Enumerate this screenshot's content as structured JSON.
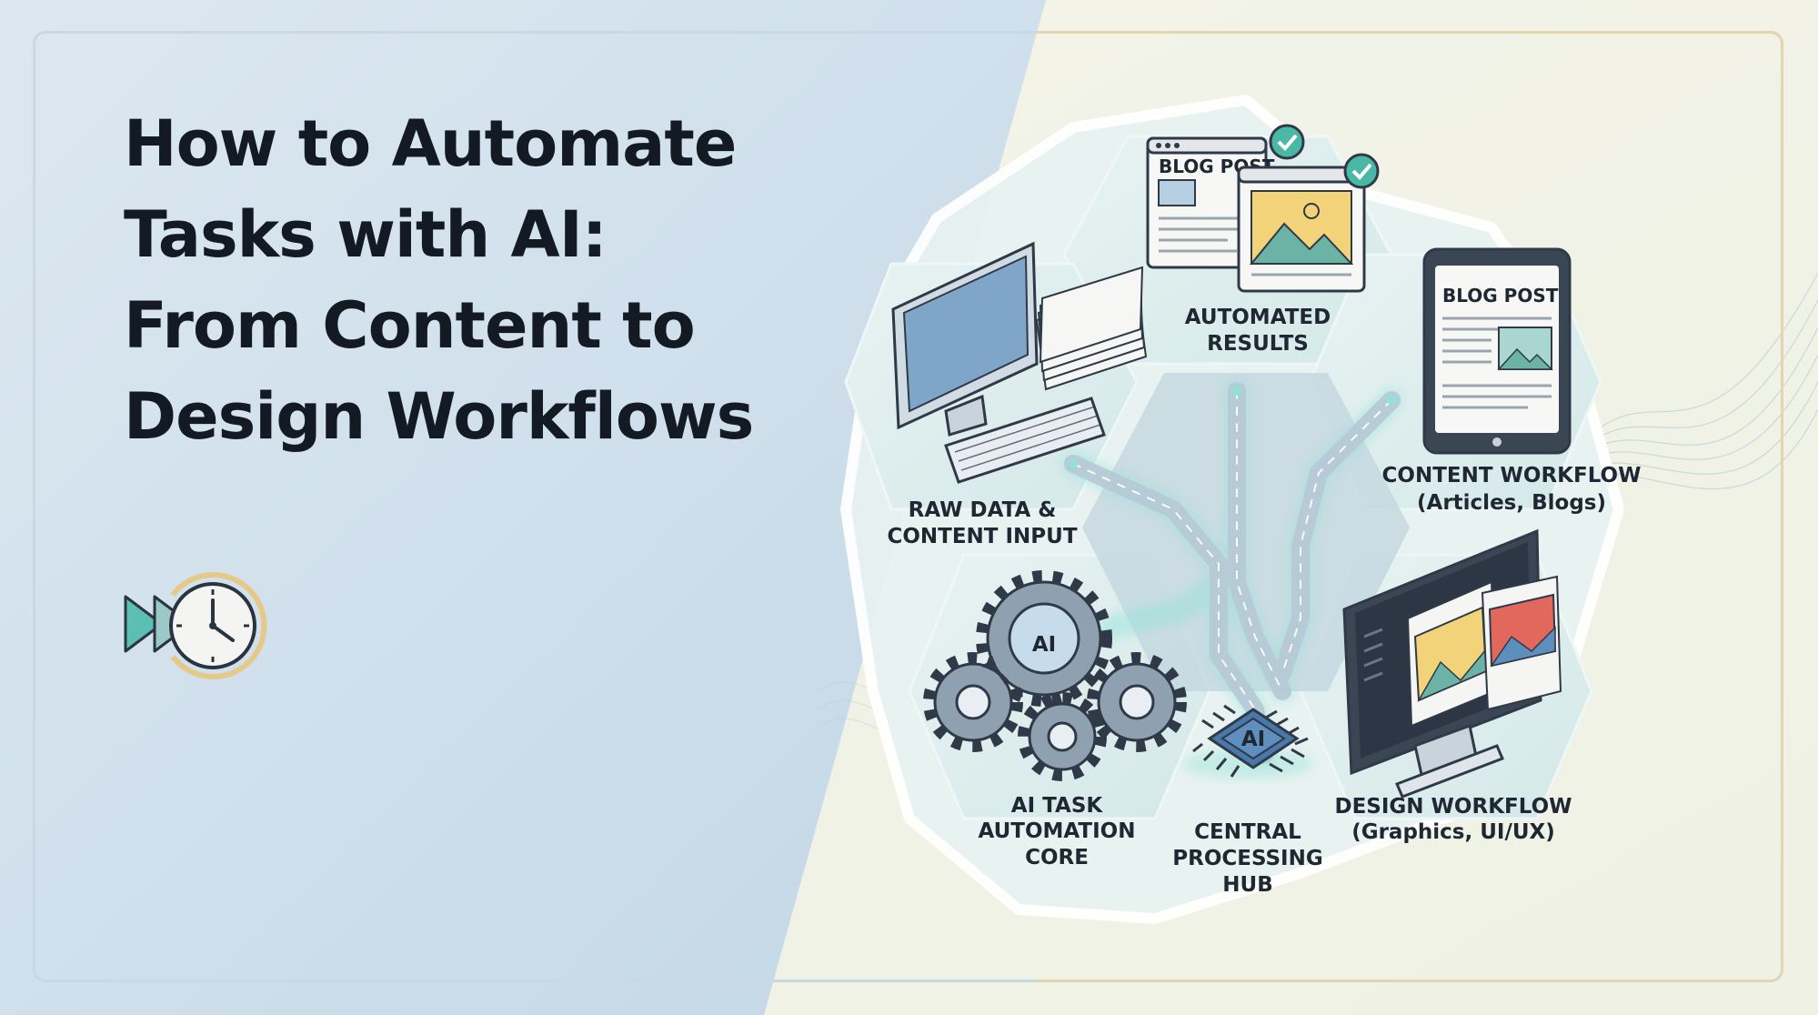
{
  "title": {
    "line1": "How to Automate",
    "line2": "Tasks with AI:",
    "line3": "From Content to",
    "line4": "Design Workflows"
  },
  "badge": {
    "icon": "fast-forward-clock-icon"
  },
  "nodes": {
    "results": {
      "line1": "AUTOMATED",
      "line2": "RESULTS",
      "icon": "document-check-icon"
    },
    "raw": {
      "line1": "RAW DATA &",
      "line2": "CONTENT INPUT",
      "icon": "desktop-computer-icon"
    },
    "content": {
      "line1": "CONTENT WORKFLOW",
      "line2": "(Articles, Blogs)",
      "icon": "tablet-blog-icon"
    },
    "design": {
      "line1": "DESIGN WORKFLOW",
      "line2": "(Graphics, UI/UX)",
      "icon": "design-monitor-icon"
    },
    "core": {
      "line1": "AI TASK",
      "line2": "AUTOMATION",
      "line3": "CORE",
      "icon": "gears-icon"
    },
    "hub": {
      "line1": "CENTRAL",
      "line2": "PROCESSING",
      "line3": "HUB",
      "icon": "ai-chip-icon"
    }
  },
  "screens": {
    "blog_post_back": "BLOG POST",
    "blog_post_tablet": "BLOG POST",
    "gear_ai": "AI",
    "chip_ai": "AI"
  },
  "colors": {
    "title": "#141a24",
    "teal": "#5cc9bd",
    "hex_fill": "#d6ebe9",
    "check": "#49b8a5",
    "bg_left": "#cfe0ec",
    "bg_right": "#f3f3e8"
  }
}
